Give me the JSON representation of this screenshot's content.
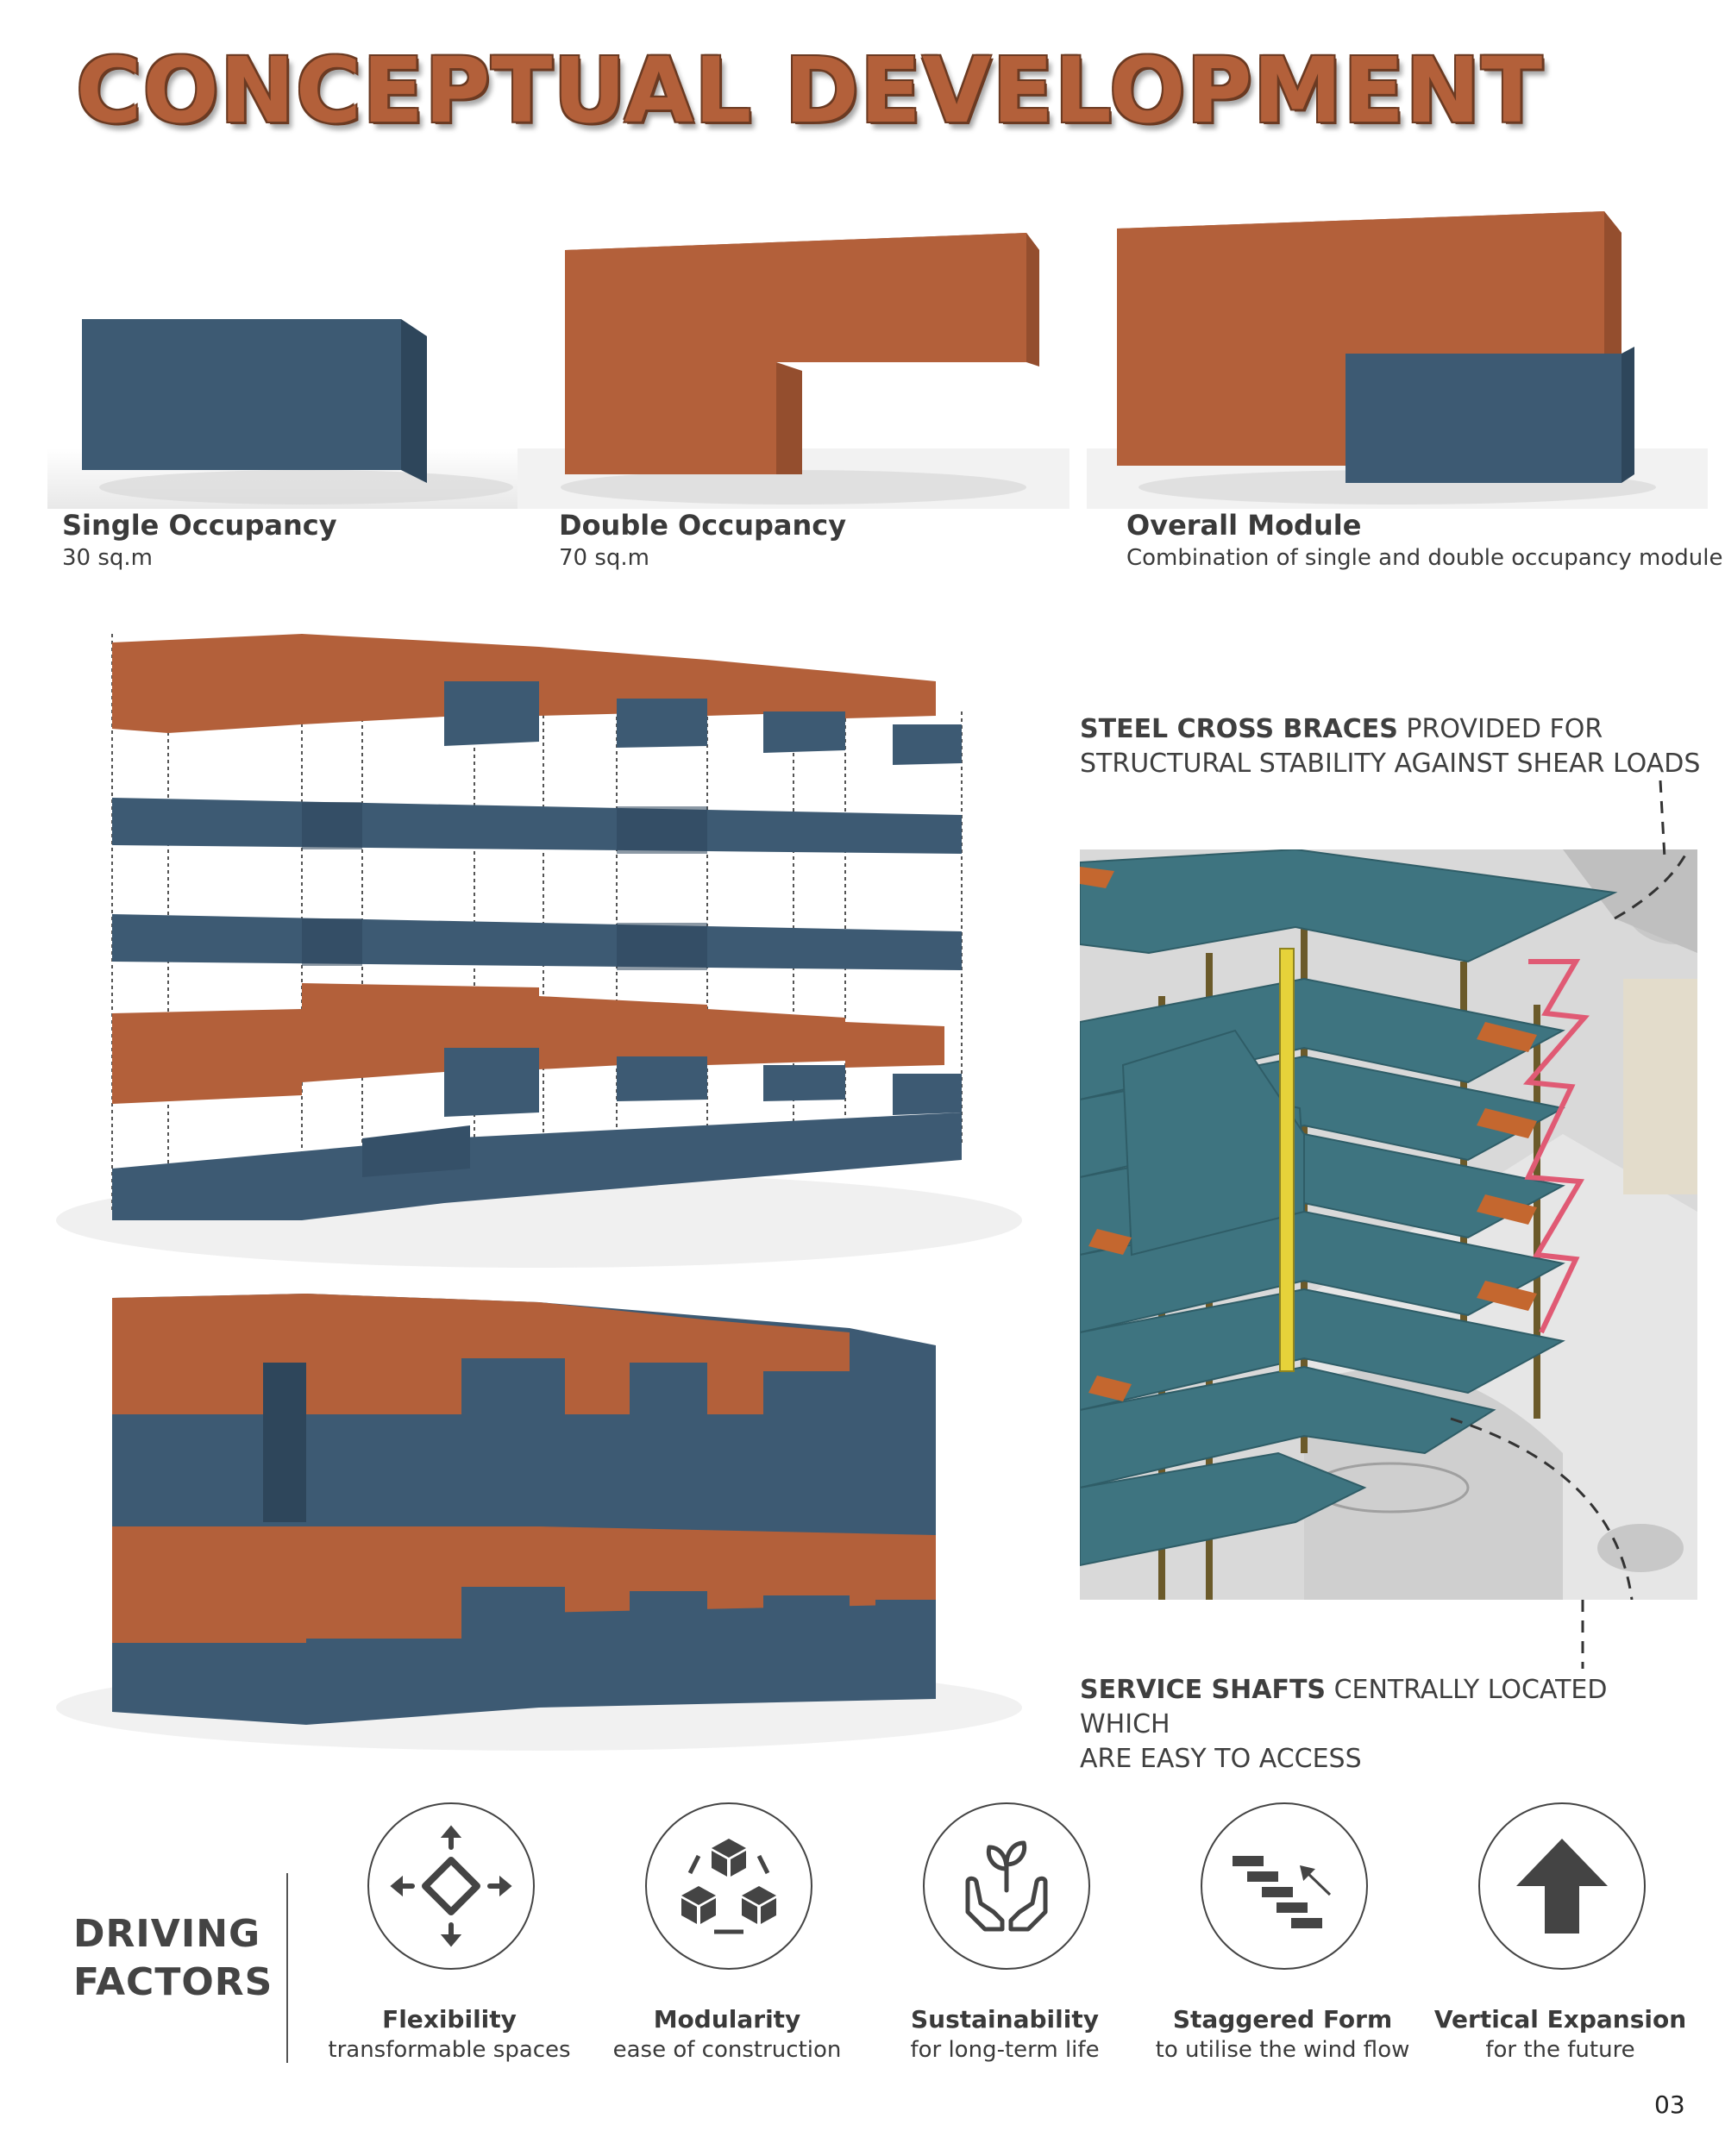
{
  "page": {
    "title": "CONCEPTUAL DEVELOPMENT",
    "page_number": "03"
  },
  "modules": [
    {
      "title": "Single Occupancy",
      "subtitle": "30 sq.m"
    },
    {
      "title": "Double Occupancy",
      "subtitle": "70 sq.m"
    },
    {
      "title": "Overall Module",
      "subtitle": "Combination of single and double occupancy module"
    }
  ],
  "annotations": {
    "braces_bold": "STEEL CROSS BRACES",
    "braces_rest_1": " PROVIDED FOR",
    "braces_line_2": "STRUCTURAL STABILITY AGAINST SHEAR LOADS",
    "shafts_bold": "SERVICE SHAFTS",
    "shafts_rest_1": " CENTRALLY LOCATED WHICH",
    "shafts_line_2": "ARE EASY TO ACCESS"
  },
  "driving_factors": {
    "heading_line_1": "DRIVING",
    "heading_line_2": "FACTORS",
    "items": [
      {
        "title": "Flexibility",
        "subtitle": "transformable spaces",
        "icon": "flexibility-arrows-icon"
      },
      {
        "title": "Modularity",
        "subtitle": "ease of construction",
        "icon": "modular-cubes-icon"
      },
      {
        "title": "Sustainability",
        "subtitle": "for long-term life",
        "icon": "plant-hands-icon"
      },
      {
        "title": "Staggered Form",
        "subtitle": "to utilise the wind flow",
        "icon": "staggered-steps-icon"
      },
      {
        "title": "Vertical Expansion",
        "subtitle": "for the future",
        "icon": "up-arrow-icon"
      }
    ]
  },
  "colors": {
    "orange": "#b3603a",
    "blue": "#3d5a73",
    "teal": "#3e7480",
    "brace": "#e05a74"
  }
}
